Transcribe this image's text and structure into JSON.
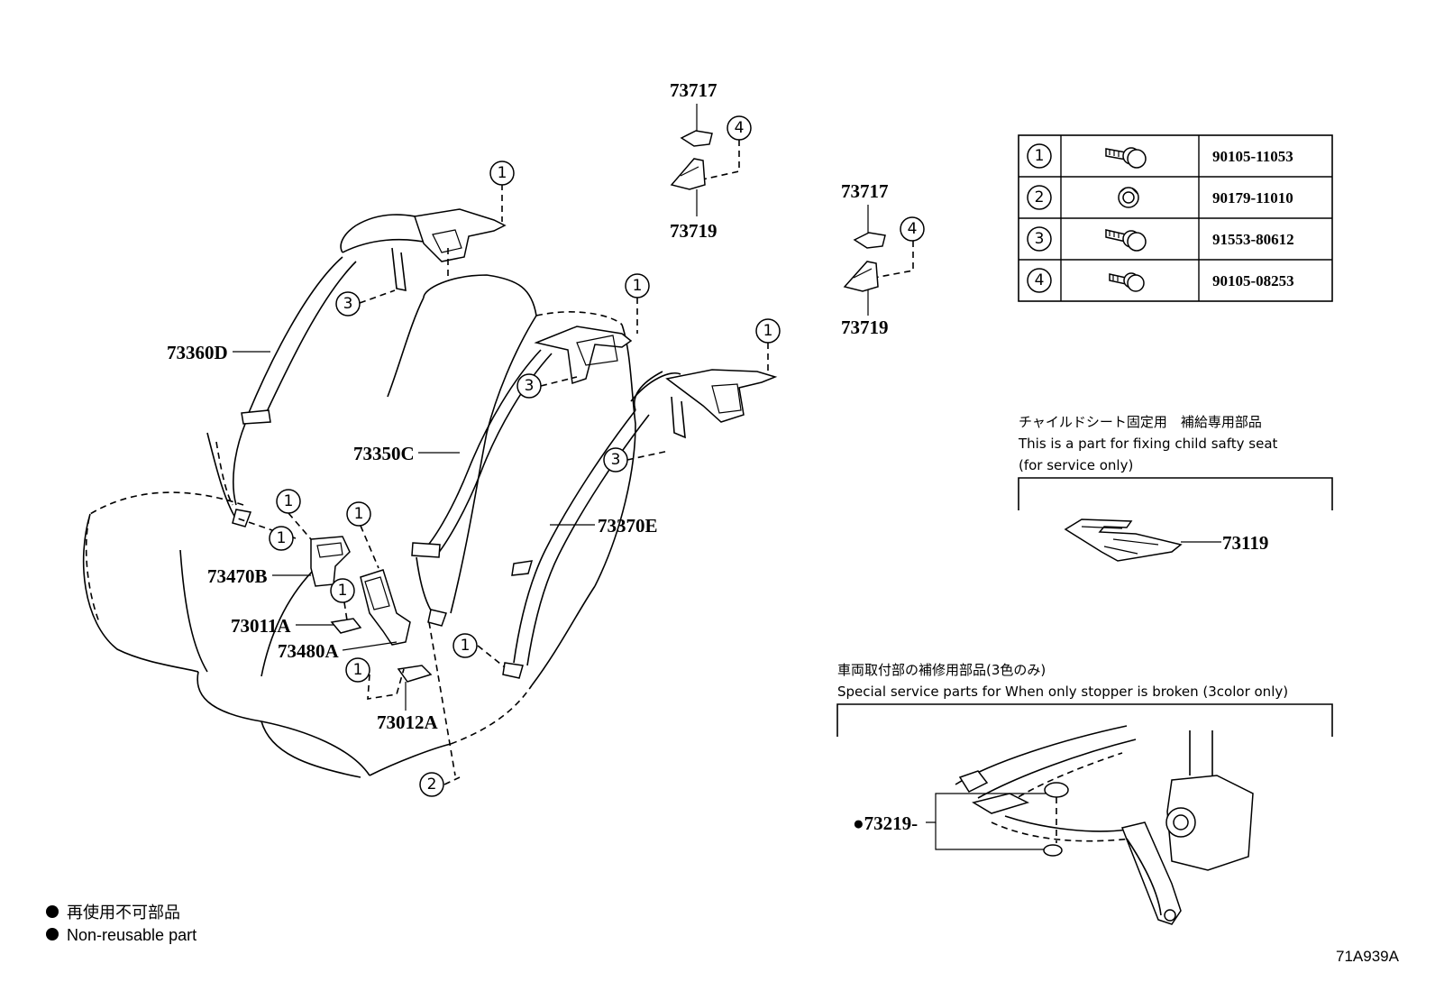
{
  "callouts": {
    "p73717_a": "73717",
    "p73719_a": "73719",
    "p73717_b": "73717",
    "p73719_b": "73719",
    "p73360D": "73360D",
    "p73350C": "73350C",
    "p73370E": "73370E",
    "p73470B": "73470B",
    "p73011A": "73011A",
    "p73480A": "73480A",
    "p73012A": "73012A",
    "p73119": "73119",
    "p73219": "●73219-"
  },
  "circles": [
    "1",
    "2",
    "3",
    "4"
  ],
  "fastener_table": {
    "rows": [
      {
        "key": "1",
        "part_no": "90105-11053",
        "icon": "flange-bolt-icon"
      },
      {
        "key": "2",
        "part_no": "90179-11010",
        "icon": "nut-icon"
      },
      {
        "key": "3",
        "part_no": "91553-80612",
        "icon": "flange-bolt-icon"
      },
      {
        "key": "4",
        "part_no": "90105-08253",
        "icon": "flange-bolt-icon"
      }
    ]
  },
  "child_seat_note": {
    "jp": "チャイルドシート固定用　補給専用部品",
    "en1": "This is a part for fixing child safty seat",
    "en2": "(for service only)"
  },
  "stopper_note": {
    "jp": "車両取付部の補修用部品(3色のみ)",
    "en": "Special service parts for When only stopper is broken (3color only)"
  },
  "legend": {
    "jp": "再使用不可部品",
    "en": "Non-reusable part"
  },
  "figure_code": "71A939A"
}
